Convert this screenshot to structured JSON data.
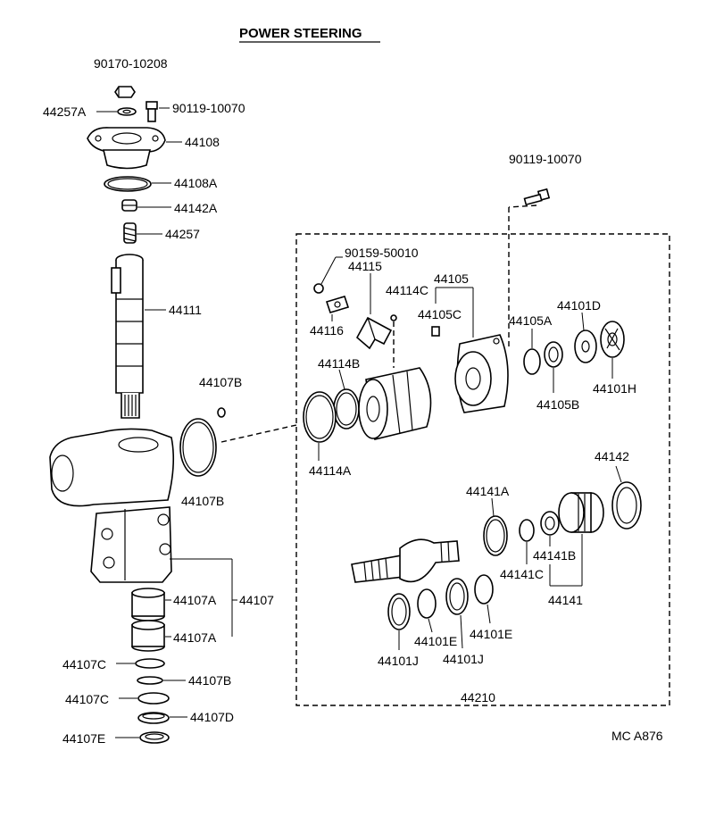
{
  "title": "POWER STEERING",
  "footer_code": "MC A876",
  "labels": {
    "p90170_10208": "90170-10208",
    "p44257A": "44257A",
    "p90119_10070_a": "90119-10070",
    "p44108": "44108",
    "p44108A": "44108A",
    "p44142A": "44142A",
    "p44257": "44257",
    "p44111": "44111",
    "p44107B_top": "44107B",
    "p44107B_mid": "44107B",
    "p44107A_1": "44107A",
    "p44107": "44107",
    "p44107A_2": "44107A",
    "p44107C_1": "44107C",
    "p44107B_low": "44107B",
    "p44107C_2": "44107C",
    "p44107D": "44107D",
    "p44107E": "44107E",
    "p90119_10070_b": "90119-10070",
    "p90159_50010": "90159-50010",
    "p44115": "44115",
    "p44105": "44105",
    "p44114C": "44114C",
    "p44105C": "44105C",
    "p44116": "44116",
    "p44105A": "44105A",
    "p44101D": "44101D",
    "p44114B": "44114B",
    "p44101H": "44101H",
    "p44105B": "44105B",
    "p44114A": "44114A",
    "p44142": "44142",
    "p44141A": "44141A",
    "p44141B": "44141B",
    "p44141C": "44141C",
    "p44141": "44141",
    "p44101E_1": "44101E",
    "p44101E_2": "44101E",
    "p44101J_1": "44101J",
    "p44101J_2": "44101J",
    "p44210": "44210"
  }
}
